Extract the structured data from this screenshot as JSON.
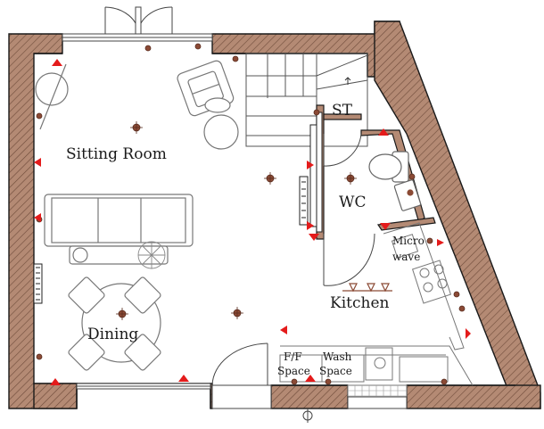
{
  "rooms": {
    "sitting_room": "Sitting Room",
    "dining": "Dining",
    "kitchen": "Kitchen",
    "wc": "WC",
    "store": "ST"
  },
  "appliances": {
    "microwave_line1": "Micro",
    "microwave_line2": "wave",
    "fridge_line1": "F/F",
    "fridge_line2": "Space",
    "wash_line1": "Wash",
    "wash_line2": "Space"
  },
  "colors": {
    "wall_fill": "#b48a74",
    "wall_outline": "#1a1a1a",
    "socket_red": "#e41b1b",
    "light_fitting": "#8b4a35",
    "furniture": "#777777"
  }
}
